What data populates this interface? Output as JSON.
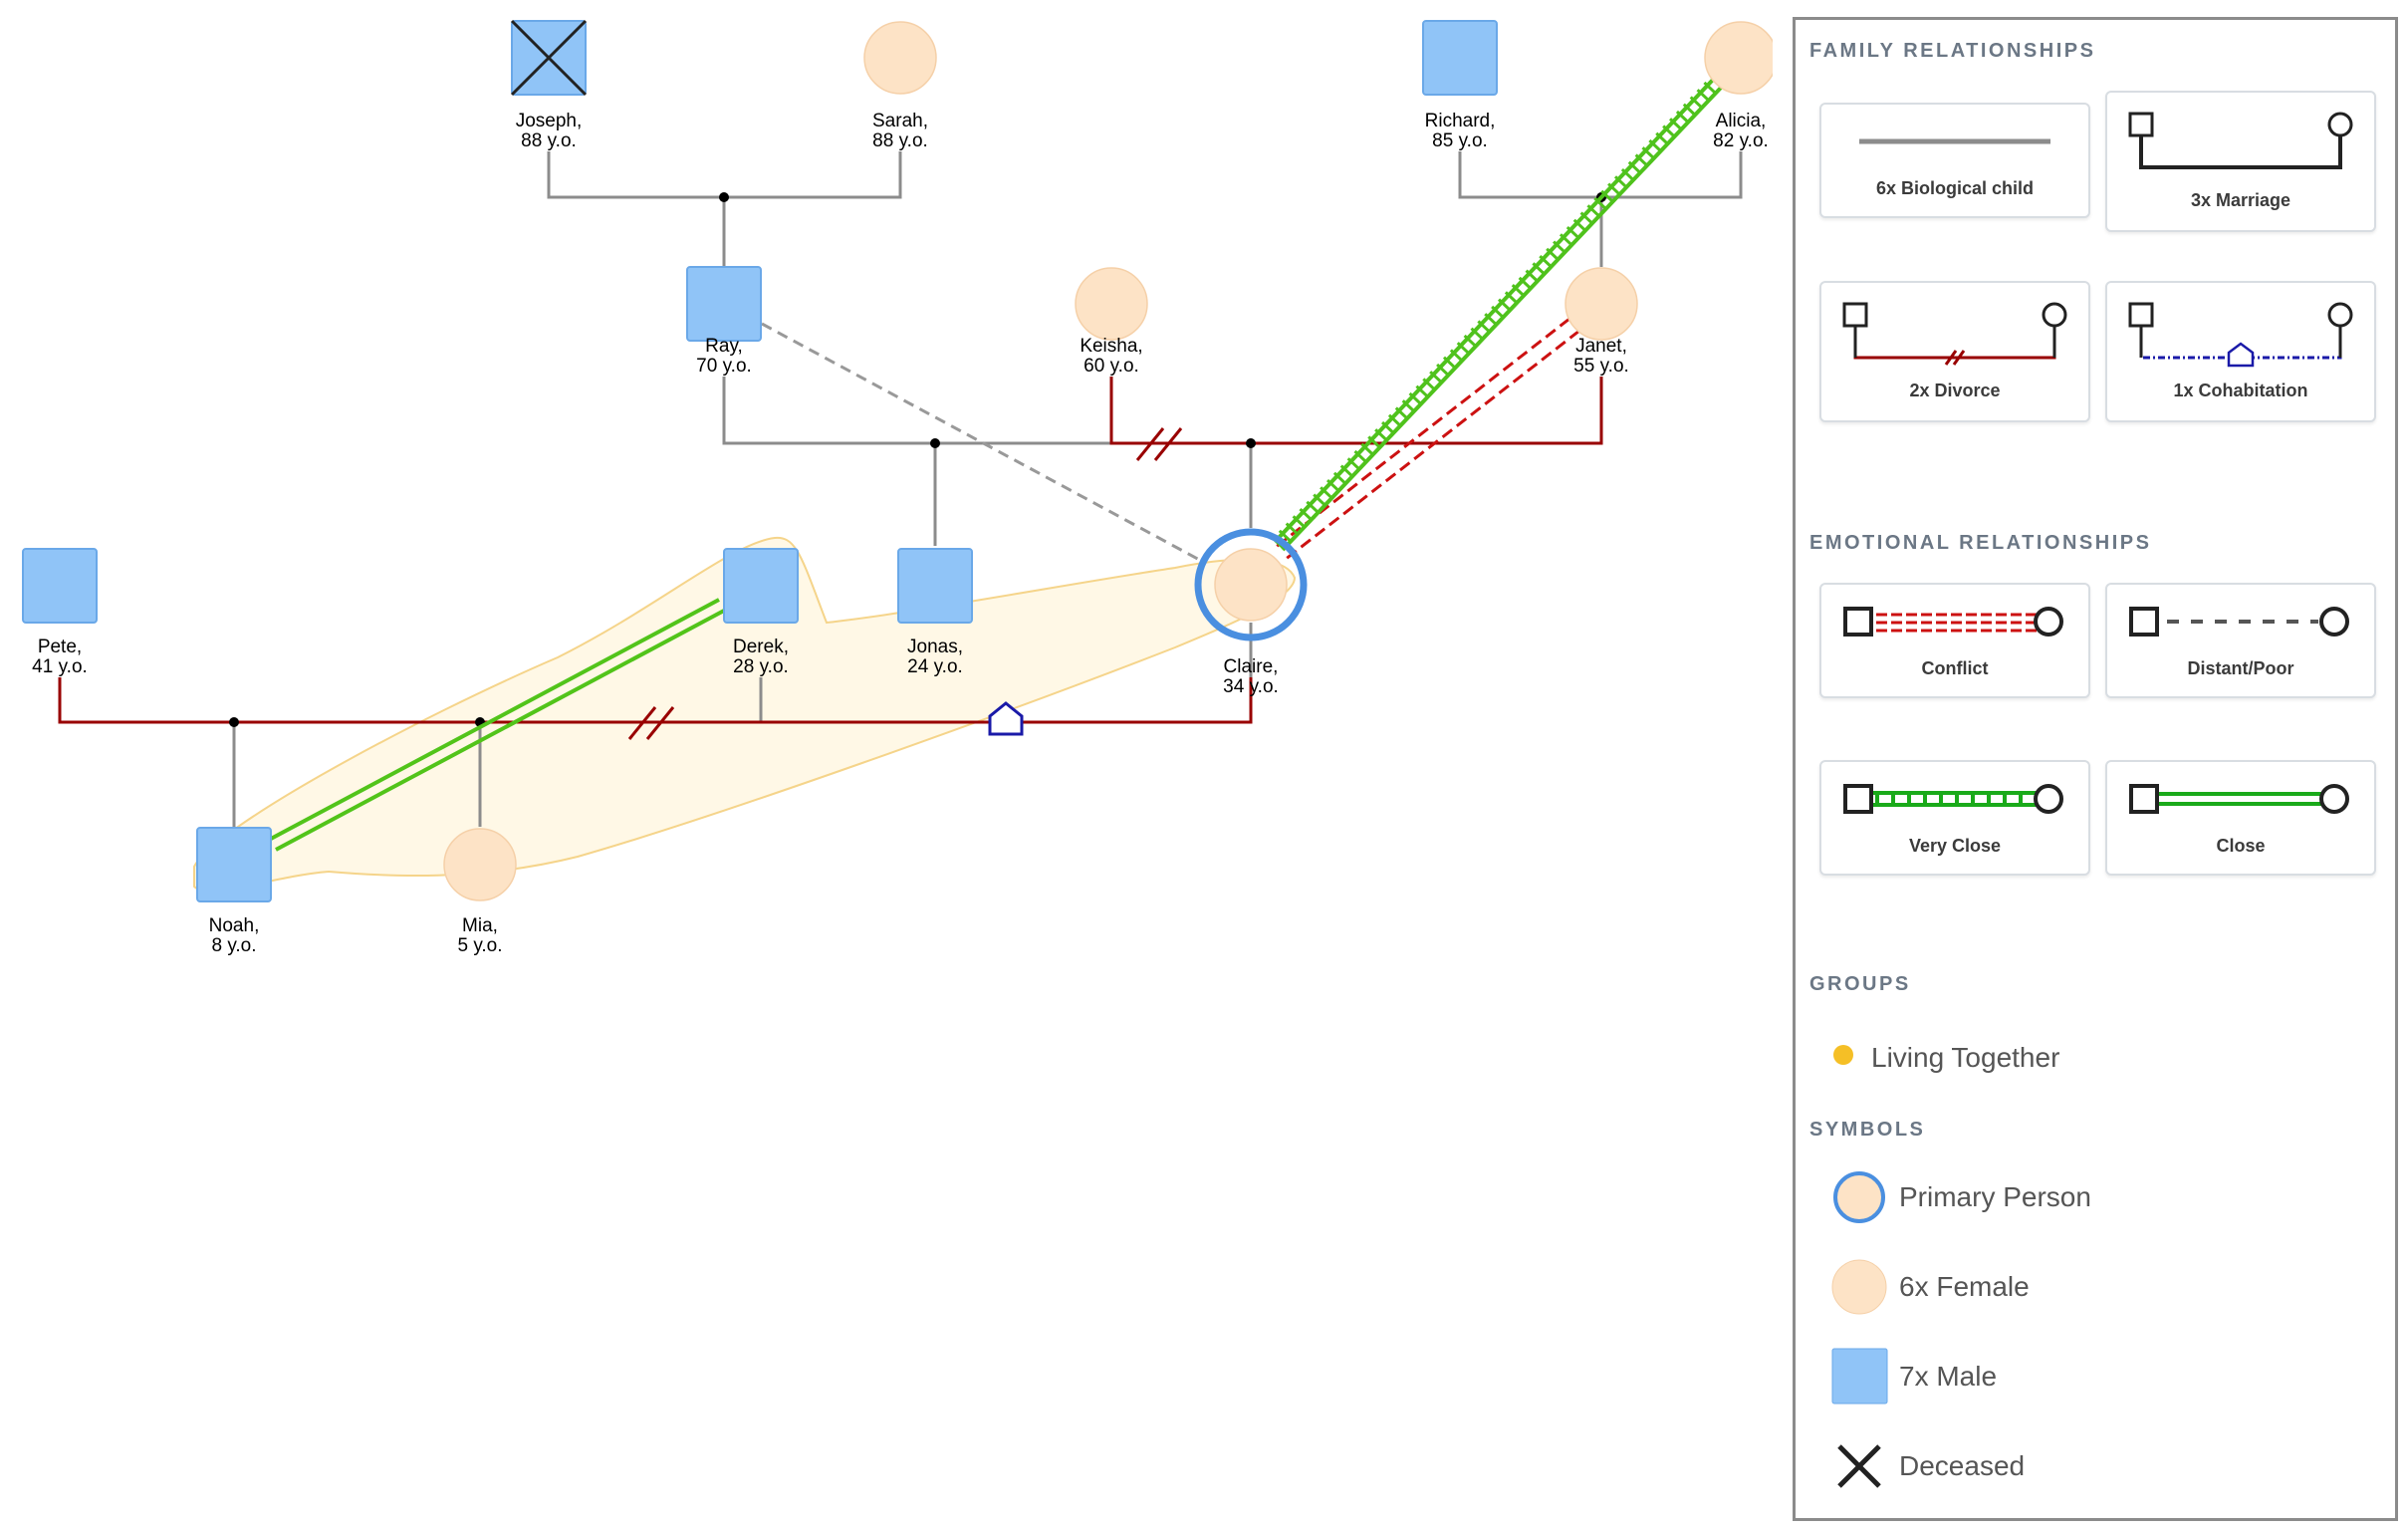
{
  "colors": {
    "male_fill": "#90c4f7",
    "male_stroke": "#6aa8e8",
    "female_fill": "#fde3c6",
    "female_stroke": "#f5d0a8",
    "primary_ring": "#4a8fe0",
    "biological": "#8c8c8c",
    "divorce": "#990000",
    "cohabitation": "#1a1aa8",
    "conflict": "#cc1111",
    "distant": "#888888",
    "very_close": "#4fc21c",
    "close": "#52c41a",
    "group_fill": "#fff8e6",
    "group_stroke": "#f5d48a",
    "group_dot": "#f5bf26"
  },
  "people": [
    {
      "id": "joseph",
      "name": "Joseph,",
      "age": "88 y.o.",
      "sex": "male",
      "deceased": true
    },
    {
      "id": "sarah",
      "name": "Sarah,",
      "age": "88 y.o.",
      "sex": "female"
    },
    {
      "id": "richard",
      "name": "Richard,",
      "age": "85 y.o.",
      "sex": "male"
    },
    {
      "id": "alicia",
      "name": "Alicia,",
      "age": "82 y.o.",
      "sex": "female"
    },
    {
      "id": "ray",
      "name": "Ray,",
      "age": "70 y.o.",
      "sex": "male"
    },
    {
      "id": "keisha",
      "name": "Keisha,",
      "age": "60 y.o.",
      "sex": "female"
    },
    {
      "id": "janet",
      "name": "Janet,",
      "age": "55 y.o.",
      "sex": "female"
    },
    {
      "id": "pete",
      "name": "Pete,",
      "age": "41 y.o.",
      "sex": "male"
    },
    {
      "id": "derek",
      "name": "Derek,",
      "age": "28 y.o.",
      "sex": "male"
    },
    {
      "id": "jonas",
      "name": "Jonas,",
      "age": "24 y.o.",
      "sex": "male"
    },
    {
      "id": "claire",
      "name": "Claire,",
      "age": "34 y.o.",
      "sex": "female",
      "primary": true
    },
    {
      "id": "noah",
      "name": "Noah,",
      "age": "8 y.o.",
      "sex": "male"
    },
    {
      "id": "mia",
      "name": "Mia,",
      "age": "5 y.o.",
      "sex": "female"
    }
  ],
  "legend": {
    "family_title": "FAMILY RELATIONSHIPS",
    "family": [
      {
        "kind": "biological",
        "label": "6x Biological child"
      },
      {
        "kind": "marriage",
        "label": "3x Marriage"
      },
      {
        "kind": "divorce",
        "label": "2x Divorce"
      },
      {
        "kind": "cohabitation",
        "label": "1x Cohabitation"
      }
    ],
    "emotional_title": "EMOTIONAL RELATIONSHIPS",
    "emotional": [
      {
        "kind": "conflict",
        "label": "Conflict"
      },
      {
        "kind": "distant",
        "label": "Distant/Poor"
      },
      {
        "kind": "very_close",
        "label": "Very Close"
      },
      {
        "kind": "close",
        "label": "Close"
      }
    ],
    "groups_title": "GROUPS",
    "groups": [
      {
        "label": "Living Together",
        "icon": "group-dot-icon"
      }
    ],
    "symbols_title": "SYMBOLS",
    "symbols": [
      {
        "label": "Primary Person",
        "icon": "primary-person-icon"
      },
      {
        "label": "6x Female",
        "icon": "female-icon"
      },
      {
        "label": "7x Male",
        "icon": "male-icon"
      },
      {
        "label": "Deceased",
        "icon": "deceased-icon"
      }
    ]
  }
}
